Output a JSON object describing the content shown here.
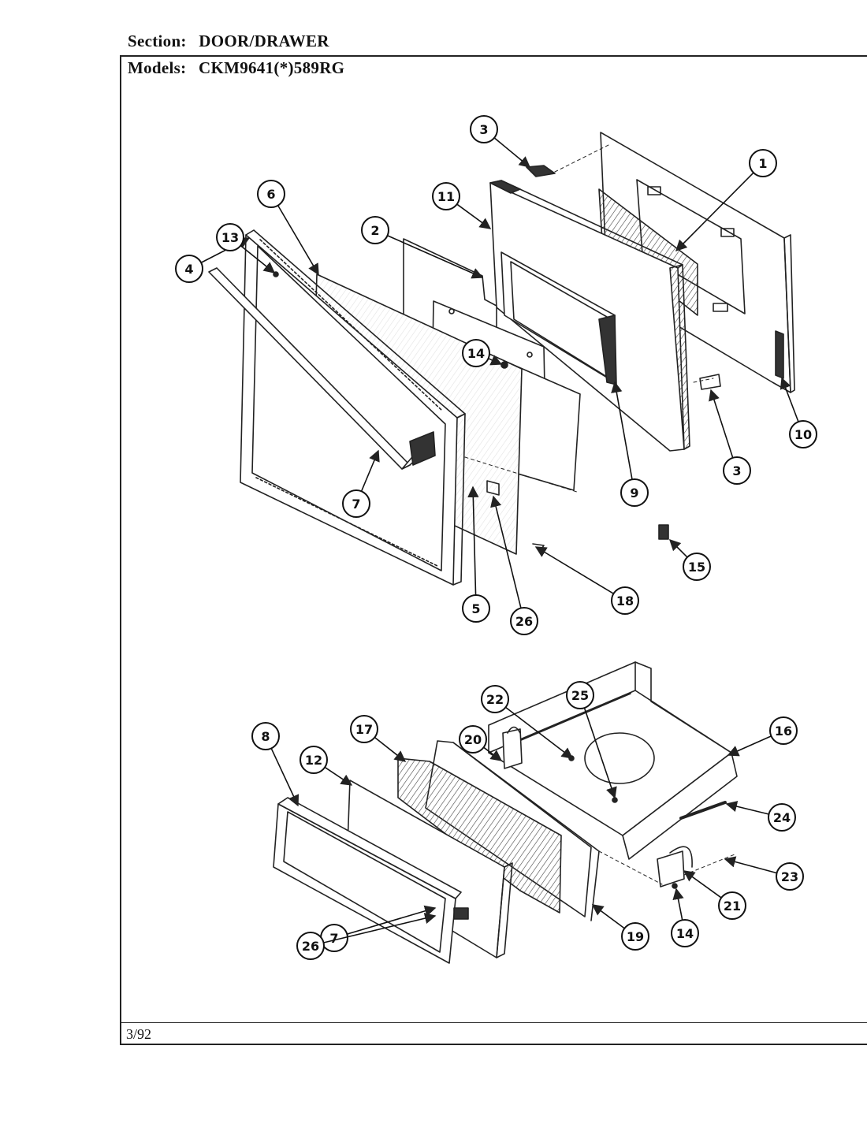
{
  "header": {
    "section_label": "Section:",
    "section_value": "DOOR/DRAWER",
    "models_label": "Models:",
    "models_value": "CKM9641(*)589RG"
  },
  "footer": {
    "date": "3/92"
  },
  "callouts": [
    {
      "id": "c1",
      "label": "1"
    },
    {
      "id": "c2",
      "label": "2"
    },
    {
      "id": "c3a",
      "label": "3"
    },
    {
      "id": "c3b",
      "label": "3"
    },
    {
      "id": "c4",
      "label": "4"
    },
    {
      "id": "c5",
      "label": "5"
    },
    {
      "id": "c6",
      "label": "6"
    },
    {
      "id": "c7a",
      "label": "7"
    },
    {
      "id": "c7b",
      "label": "7"
    },
    {
      "id": "c8",
      "label": "8"
    },
    {
      "id": "c9",
      "label": "9"
    },
    {
      "id": "c10",
      "label": "10"
    },
    {
      "id": "c11",
      "label": "11"
    },
    {
      "id": "c12",
      "label": "12"
    },
    {
      "id": "c13",
      "label": "13"
    },
    {
      "id": "c14a",
      "label": "14"
    },
    {
      "id": "c14b",
      "label": "14"
    },
    {
      "id": "c15",
      "label": "15"
    },
    {
      "id": "c16",
      "label": "16"
    },
    {
      "id": "c17",
      "label": "17"
    },
    {
      "id": "c18",
      "label": "18"
    },
    {
      "id": "c19",
      "label": "19"
    },
    {
      "id": "c20",
      "label": "20"
    },
    {
      "id": "c21",
      "label": "21"
    },
    {
      "id": "c22",
      "label": "22"
    },
    {
      "id": "c23",
      "label": "23"
    },
    {
      "id": "c24",
      "label": "24"
    },
    {
      "id": "c25",
      "label": "25"
    },
    {
      "id": "c26a",
      "label": "26"
    },
    {
      "id": "c26b",
      "label": "26"
    }
  ]
}
